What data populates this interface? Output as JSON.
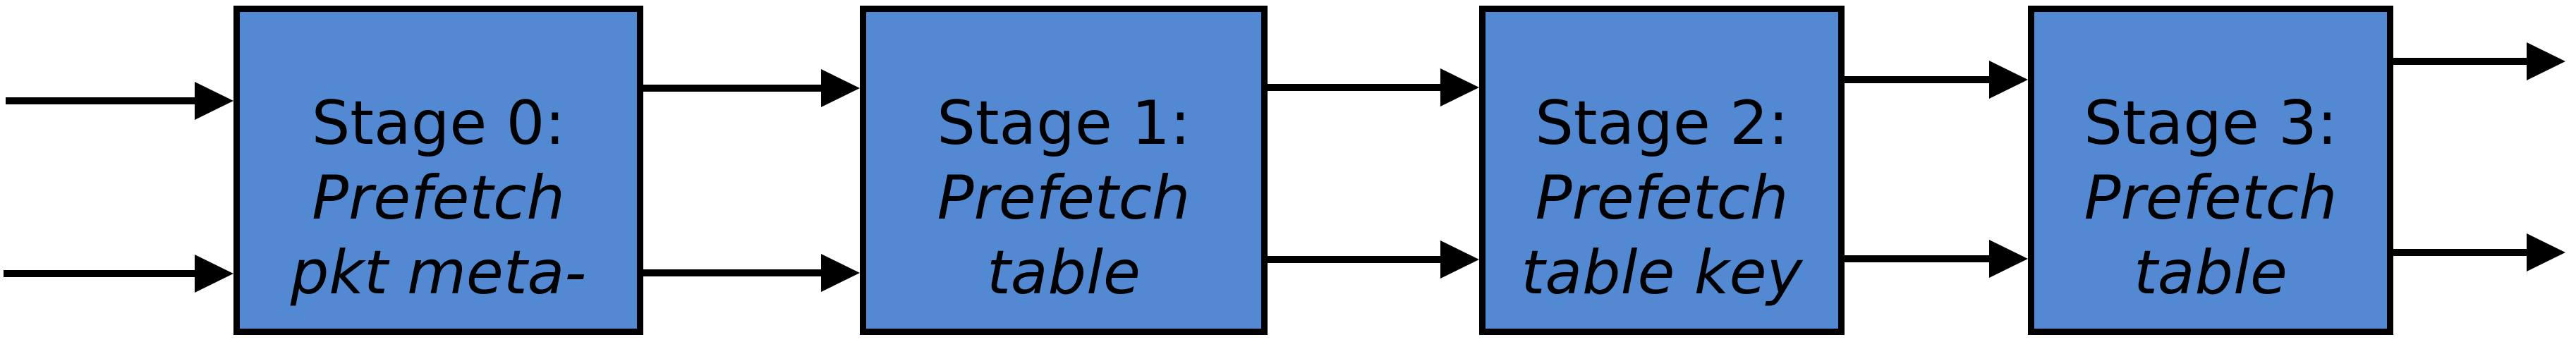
{
  "diagram": {
    "type": "pipeline-flow",
    "description_visible_text_only": true,
    "stages": [
      {
        "title": "Stage 0:",
        "subtitle_lines": [
          "Prefetch",
          "pkt meta-"
        ]
      },
      {
        "title": "Stage 1:",
        "subtitle_lines": [
          "Prefetch",
          "table"
        ]
      },
      {
        "title": "Stage 2:",
        "subtitle_lines": [
          "Prefetch",
          "table key"
        ]
      },
      {
        "title": "Stage 3:",
        "subtitle_lines": [
          "Prefetch",
          "table"
        ]
      }
    ],
    "colors": {
      "box_fill": "#5289d2",
      "box_border": "#000000",
      "arrow": "#000000",
      "text": "#000000",
      "background": "#ffffff"
    }
  }
}
